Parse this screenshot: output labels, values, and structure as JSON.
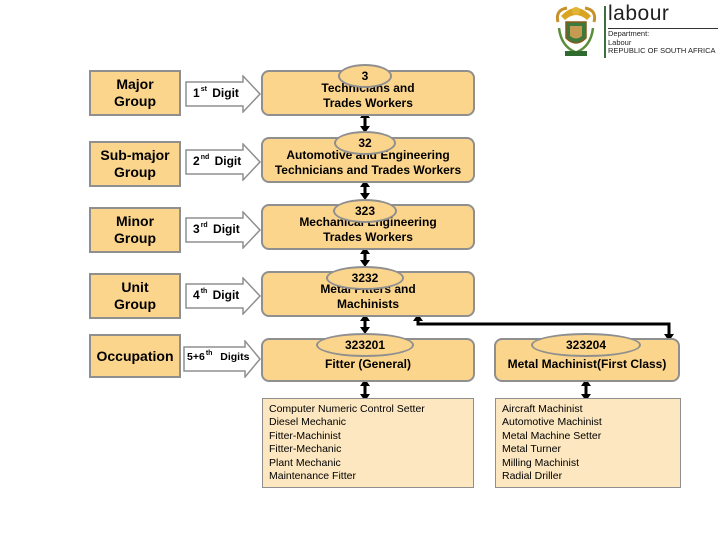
{
  "logo": {
    "word": "labour",
    "line1": "Department:",
    "line2": "Labour",
    "line3": "REPUBLIC OF SOUTH AFRICA"
  },
  "levels": [
    {
      "label_lines": [
        "Major",
        "Group"
      ],
      "digit_num": "1",
      "digit_sup": "st",
      "digit_word": "Digit"
    },
    {
      "label_lines": [
        "Sub-major",
        "Group"
      ],
      "digit_num": "2",
      "digit_sup": "nd",
      "digit_word": "Digit"
    },
    {
      "label_lines": [
        "Minor",
        "Group"
      ],
      "digit_num": "3",
      "digit_sup": "rd",
      "digit_word": "Digit"
    },
    {
      "label_lines": [
        "Unit",
        "Group"
      ],
      "digit_num": "4",
      "digit_sup": "th",
      "digit_word": "Digit"
    },
    {
      "label_lines": [
        "Occupation"
      ],
      "digit_num": "5+6",
      "digit_sup": "th",
      "digit_word": "Digits"
    }
  ],
  "nodes": [
    {
      "code": "3",
      "title_lines": [
        "Technicians and",
        "Trades Workers"
      ]
    },
    {
      "code": "32",
      "title_lines": [
        "Automotive and Engineering",
        "Technicians and Trades Workers"
      ]
    },
    {
      "code": "323",
      "title_lines": [
        "Mechanical Engineering",
        "Trades Workers"
      ]
    },
    {
      "code": "3232",
      "title_lines": [
        "Metal Fitters and",
        "Machinists"
      ]
    },
    {
      "code": "323201",
      "title_lines": [
        "Fitter (General)"
      ]
    },
    {
      "code": "323204",
      "title_lines": [
        "Metal Machinist(First Class)"
      ]
    }
  ],
  "lists": [
    [
      "Computer Numeric Control Setter",
      "Diesel Mechanic",
      "Fitter-Machinist",
      "Fitter-Mechanic",
      "Plant Mechanic",
      "Maintenance Fitter"
    ],
    [
      "Aircraft Machinist",
      "Automotive Machinist",
      "Metal Machine Setter",
      "Metal Turner",
      "Milling Machinist",
      "Radial Driller"
    ]
  ]
}
